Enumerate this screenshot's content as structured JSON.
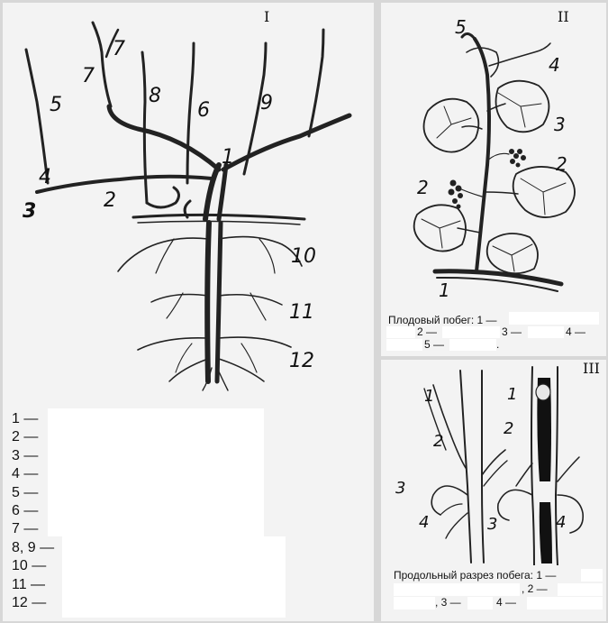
{
  "figure_I": {
    "label": "I",
    "numbers": [
      "1",
      "2",
      "3",
      "4",
      "5",
      "6",
      "7",
      "8",
      "9",
      "10",
      "11",
      "12"
    ],
    "legend": [
      "1 —",
      "2 —",
      "3 —",
      "4 —",
      "5 —",
      "6 —",
      "7 —",
      "8, 9 —",
      "10 —",
      "11 —",
      "12 —"
    ]
  },
  "figure_II": {
    "label": "II",
    "numbers": [
      "5",
      "4",
      "3",
      "2",
      "2",
      "1"
    ],
    "caption_line1": "Плодовый побег: 1 —",
    "caption_line2_a": "2 —",
    "caption_line2_b": "3 —",
    "caption_line2_c": "4 —",
    "caption_line3_a": "5 —",
    "caption_line3_b": "."
  },
  "figure_III": {
    "label": "III",
    "numbers_left": [
      "1",
      "2",
      "3",
      "4"
    ],
    "numbers_right": [
      "1",
      "2",
      "3",
      "4"
    ],
    "caption_line1": "Продольный разрез побега: 1 —",
    "caption_line2": ", 2 —",
    "caption_line3_a": ", 3 —",
    "caption_line3_b": "4 —"
  }
}
